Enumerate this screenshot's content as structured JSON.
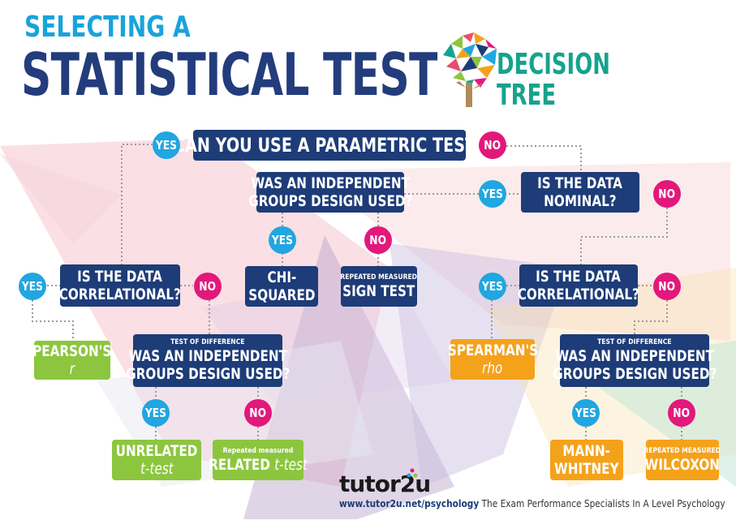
{
  "title": {
    "line1": "SELECTING A",
    "line2": "STATISTICAL TEST",
    "line3": "DECISION",
    "line4": "TREE"
  },
  "nodes": {
    "parametric": "CAN YOU USE A PARAMETRIC TEST?",
    "indep1_a": "WAS AN INDEPENDENT",
    "indep1_b": "GROUPS DESIGN USED?",
    "nominal_a": "IS THE DATA",
    "nominal_b": "NOMINAL?",
    "corr_left_a": "IS THE DATA",
    "corr_left_b": "CORRELATIONAL?",
    "corr_right_a": "IS THE DATA",
    "corr_right_b": "CORRELATIONAL?",
    "diff_left_small": "TEST OF DIFFERENCE",
    "diff_left_a": "WAS AN INDEPENDENT",
    "diff_left_b": "GROUPS DESIGN USED?",
    "diff_right_small": "TEST OF DIFFERENCE",
    "diff_right_a": "WAS AN INDEPENDENT",
    "diff_right_b": "GROUPS DESIGN USED?"
  },
  "results": {
    "chi_a": "CHI-",
    "chi_b": "SQUARED",
    "sign_small": "REPEATED MEASURED",
    "sign": "SIGN TEST",
    "pearson": "PEARSON'S",
    "pearson_sym": "r",
    "spearman": "SPEARMAN'S",
    "spearman_sym": "rho",
    "unrelated": "UNRELATED",
    "unrelated_t": "t-test",
    "related_small": "Repeated measured",
    "related": "RELATED",
    "related_t": "t-test",
    "mann_a": "MANN-",
    "mann_b": "WHITNEY",
    "wilcoxon_small": "REPEATED MEASURED",
    "wilcoxon": "WILCOXON"
  },
  "labels": {
    "yes": "YES",
    "no": "NO"
  },
  "footer": {
    "brand": "tutor2u",
    "url": "www.tutor2u.net/psychology",
    "tagline": " The Exam Performance Specialists In A Level Psychology"
  },
  "colors": {
    "navy": "#1d3c78",
    "yes": "#20a6e0",
    "no": "#e2187b",
    "green": "#8cc63e",
    "orange": "#f5a21b",
    "title_blue": "#19a3dc",
    "title_navy": "#233c7c",
    "title_teal": "#16a38c"
  }
}
